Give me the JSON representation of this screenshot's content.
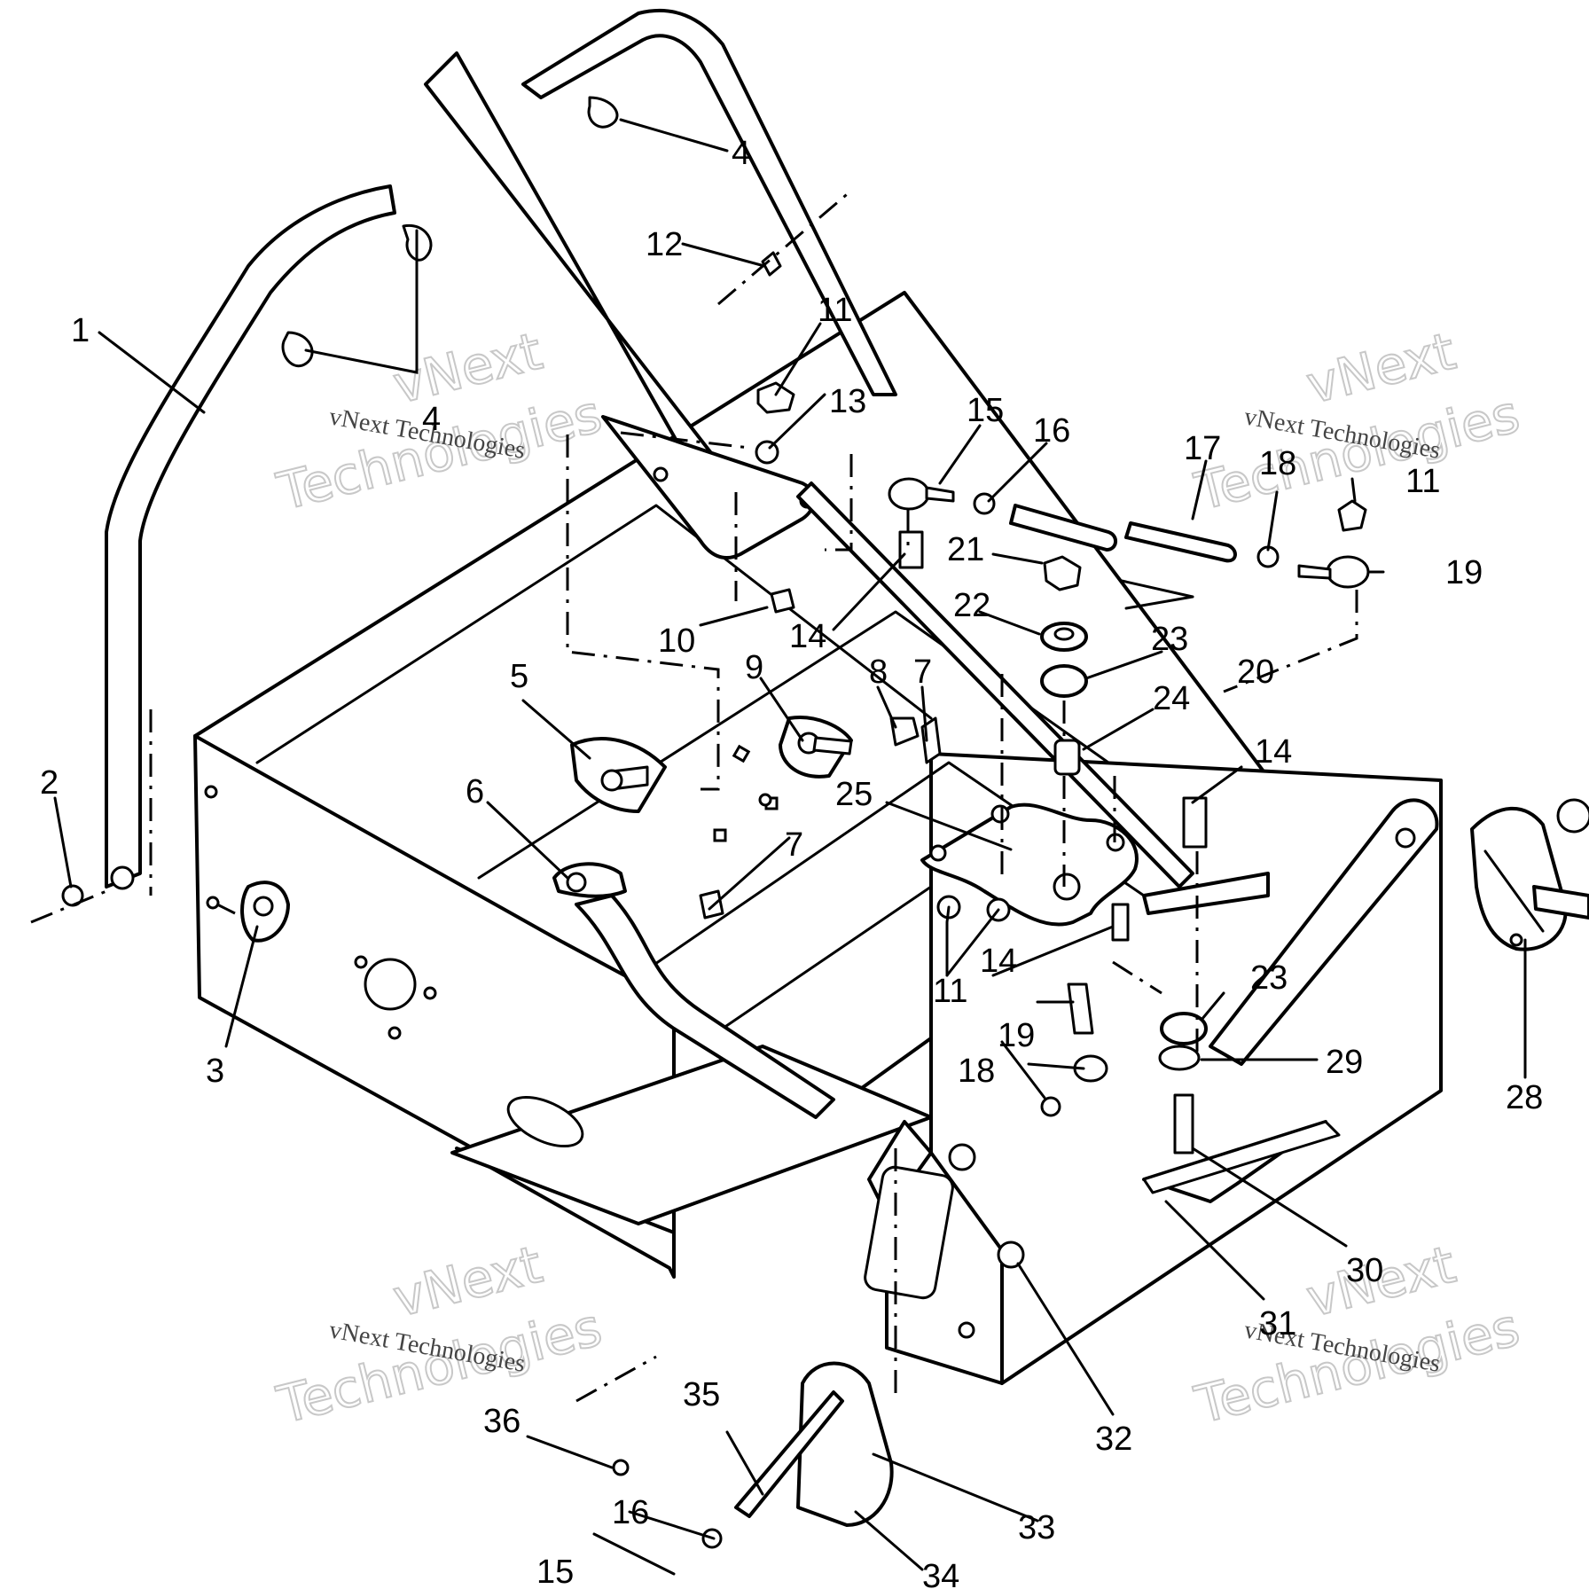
{
  "watermark": {
    "line1": "vNext",
    "line2": "Technologies",
    "caption": "vNext Technologies"
  },
  "callouts": [
    {
      "id": "c1",
      "label": "1"
    },
    {
      "id": "c2",
      "label": "2"
    },
    {
      "id": "c3",
      "label": "3"
    },
    {
      "id": "c4a",
      "label": "4"
    },
    {
      "id": "c4b",
      "label": "4"
    },
    {
      "id": "c5",
      "label": "5"
    },
    {
      "id": "c6",
      "label": "6"
    },
    {
      "id": "c7a",
      "label": "7"
    },
    {
      "id": "c7b",
      "label": "7"
    },
    {
      "id": "c8",
      "label": "8"
    },
    {
      "id": "c9",
      "label": "9"
    },
    {
      "id": "c10",
      "label": "10"
    },
    {
      "id": "c11a",
      "label": "11"
    },
    {
      "id": "c11b",
      "label": "11"
    },
    {
      "id": "c11c",
      "label": "11"
    },
    {
      "id": "c12",
      "label": "12"
    },
    {
      "id": "c13",
      "label": "13"
    },
    {
      "id": "c14a",
      "label": "14"
    },
    {
      "id": "c14b",
      "label": "14"
    },
    {
      "id": "c14c",
      "label": "14"
    },
    {
      "id": "c15a",
      "label": "15"
    },
    {
      "id": "c15b",
      "label": "15"
    },
    {
      "id": "c16a",
      "label": "16"
    },
    {
      "id": "c16b",
      "label": "16"
    },
    {
      "id": "c17",
      "label": "17"
    },
    {
      "id": "c18a",
      "label": "18"
    },
    {
      "id": "c18b",
      "label": "18"
    },
    {
      "id": "c19a",
      "label": "19"
    },
    {
      "id": "c19b",
      "label": "19"
    },
    {
      "id": "c20",
      "label": "20"
    },
    {
      "id": "c21",
      "label": "21"
    },
    {
      "id": "c22",
      "label": "22"
    },
    {
      "id": "c23a",
      "label": "23"
    },
    {
      "id": "c23b",
      "label": "23"
    },
    {
      "id": "c24",
      "label": "24"
    },
    {
      "id": "c25",
      "label": "25"
    },
    {
      "id": "c28",
      "label": "28"
    },
    {
      "id": "c29",
      "label": "29"
    },
    {
      "id": "c30",
      "label": "30"
    },
    {
      "id": "c31",
      "label": "31"
    },
    {
      "id": "c32",
      "label": "32"
    },
    {
      "id": "c33",
      "label": "33"
    },
    {
      "id": "c34",
      "label": "34"
    },
    {
      "id": "c35",
      "label": "35"
    },
    {
      "id": "c36",
      "label": "36"
    }
  ]
}
